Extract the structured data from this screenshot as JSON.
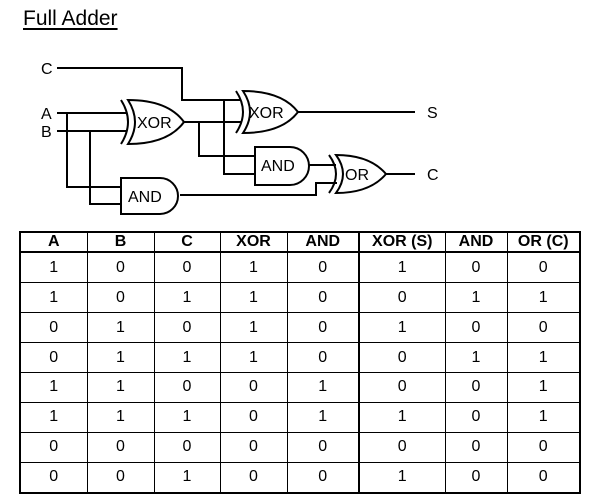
{
  "title": "Full Adder",
  "circuit": {
    "inputs": {
      "c": "C",
      "a": "A",
      "b": "B"
    },
    "outputs": {
      "sum": "S",
      "carry": "C"
    },
    "gates": {
      "xor1": "XOR",
      "xor2": "XOR",
      "and1": "AND",
      "and2": "AND",
      "or": "OR"
    }
  },
  "truth_table": {
    "headers": [
      "A",
      "B",
      "C",
      "XOR",
      "AND",
      "XOR (S)",
      "AND",
      "OR (C)"
    ],
    "rows": [
      [
        "1",
        "0",
        "0",
        "1",
        "0",
        "1",
        "0",
        "0"
      ],
      [
        "1",
        "0",
        "1",
        "1",
        "0",
        "0",
        "1",
        "1"
      ],
      [
        "0",
        "1",
        "0",
        "1",
        "0",
        "1",
        "0",
        "0"
      ],
      [
        "0",
        "1",
        "1",
        "1",
        "0",
        "0",
        "1",
        "1"
      ],
      [
        "1",
        "1",
        "0",
        "0",
        "1",
        "0",
        "0",
        "1"
      ],
      [
        "1",
        "1",
        "1",
        "0",
        "1",
        "1",
        "0",
        "1"
      ],
      [
        "0",
        "0",
        "0",
        "0",
        "0",
        "0",
        "0",
        "0"
      ],
      [
        "0",
        "0",
        "1",
        "0",
        "0",
        "1",
        "0",
        "0"
      ]
    ]
  }
}
